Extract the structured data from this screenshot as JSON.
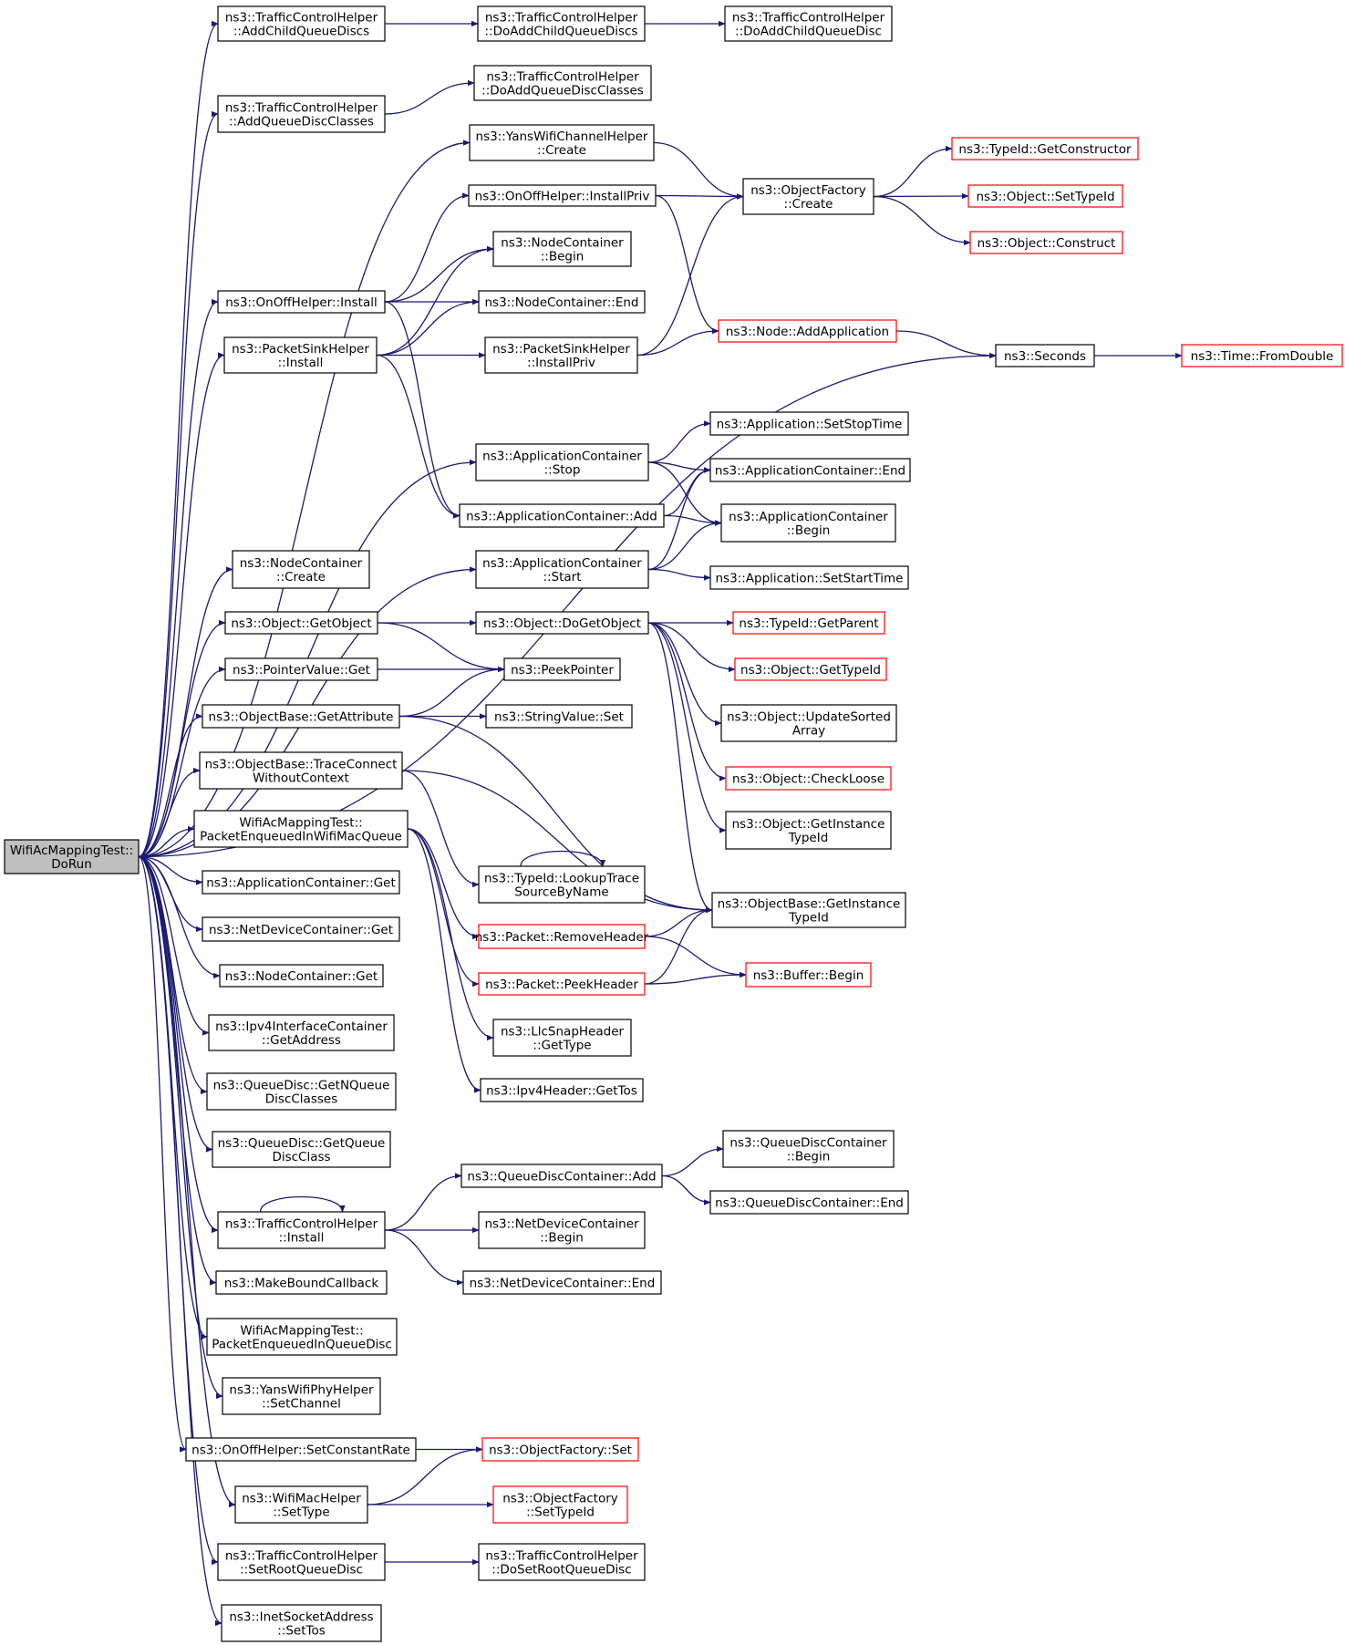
{
  "colors": {
    "edge": "#191970",
    "box_border": "#000000",
    "box_border_truncated": "#ff0000",
    "root_fill": "#bfbfbf",
    "box_fill": "#ffffff"
  },
  "nodes": {
    "root": {
      "lines": [
        "WifiAcMappingTest::",
        "DoRun"
      ]
    },
    "tch_addchild": {
      "lines": [
        "ns3::TrafficControlHelper",
        "::AddChildQueueDiscs"
      ]
    },
    "tch_doaddchilds": {
      "lines": [
        "ns3::TrafficControlHelper",
        "::DoAddChildQueueDiscs"
      ]
    },
    "tch_doaddchild": {
      "lines": [
        "ns3::TrafficControlHelper",
        "::DoAddChildQueueDisc"
      ]
    },
    "tch_addqdc": {
      "lines": [
        "ns3::TrafficControlHelper",
        "::AddQueueDiscClasses"
      ]
    },
    "tch_doaddqdc": {
      "lines": [
        "ns3::TrafficControlHelper",
        "::DoAddQueueDiscClasses"
      ]
    },
    "yans_create": {
      "lines": [
        "ns3::YansWifiChannelHelper",
        "::Create"
      ]
    },
    "onoff_installpriv": {
      "lines": [
        "ns3::OnOffHelper::InstallPriv"
      ]
    },
    "of_create": {
      "lines": [
        "ns3::ObjectFactory",
        "::Create"
      ]
    },
    "typeid_getctor": {
      "lines": [
        "ns3::TypeId::GetConstructor"
      ]
    },
    "obj_settypeid": {
      "lines": [
        "ns3::Object::SetTypeId"
      ]
    },
    "obj_construct": {
      "lines": [
        "ns3::Object::Construct"
      ]
    },
    "nc_begin": {
      "lines": [
        "ns3::NodeContainer",
        "::Begin"
      ]
    },
    "onoff_install": {
      "lines": [
        "ns3::OnOffHelper::Install"
      ]
    },
    "nc_end": {
      "lines": [
        "ns3::NodeContainer::End"
      ]
    },
    "psh_install": {
      "lines": [
        "ns3::PacketSinkHelper",
        "::Install"
      ]
    },
    "psh_installpriv": {
      "lines": [
        "ns3::PacketSinkHelper",
        "::InstallPriv"
      ]
    },
    "node_addapp": {
      "lines": [
        "ns3::Node::AddApplication"
      ]
    },
    "seconds": {
      "lines": [
        "ns3::Seconds"
      ]
    },
    "time_fromdouble": {
      "lines": [
        "ns3::Time::FromDouble"
      ]
    },
    "app_setstop": {
      "lines": [
        "ns3::Application::SetStopTime"
      ]
    },
    "ac_stop": {
      "lines": [
        "ns3::ApplicationContainer",
        "::Stop"
      ]
    },
    "ac_end": {
      "lines": [
        "ns3::ApplicationContainer::End"
      ]
    },
    "ac_add": {
      "lines": [
        "ns3::ApplicationContainer::Add"
      ]
    },
    "ac_begin": {
      "lines": [
        "ns3::ApplicationContainer",
        "::Begin"
      ]
    },
    "ac_start": {
      "lines": [
        "ns3::ApplicationContainer",
        "::Start"
      ]
    },
    "nc_create": {
      "lines": [
        "ns3::NodeContainer",
        "::Create"
      ]
    },
    "app_setstart": {
      "lines": [
        "ns3::Application::SetStartTime"
      ]
    },
    "obj_getobject": {
      "lines": [
        "ns3::Object::GetObject"
      ]
    },
    "obj_dogetobject": {
      "lines": [
        "ns3::Object::DoGetObject"
      ]
    },
    "typeid_getparent": {
      "lines": [
        "ns3::TypeId::GetParent"
      ]
    },
    "pv_get": {
      "lines": [
        "ns3::PointerValue::Get"
      ]
    },
    "peekpointer": {
      "lines": [
        "ns3::PeekPointer"
      ]
    },
    "obj_gettypeid": {
      "lines": [
        "ns3::Object::GetTypeId"
      ]
    },
    "ob_getattr": {
      "lines": [
        "ns3::ObjectBase::GetAttribute"
      ]
    },
    "sv_set": {
      "lines": [
        "ns3::StringValue::Set"
      ]
    },
    "obj_updsorted": {
      "lines": [
        "ns3::Object::UpdateSorted",
        "Array"
      ]
    },
    "ob_traceconnect": {
      "lines": [
        "ns3::ObjectBase::TraceConnect",
        "WithoutContext"
      ]
    },
    "obj_checkloose": {
      "lines": [
        "ns3::Object::CheckLoose"
      ]
    },
    "obj_getinst": {
      "lines": [
        "ns3::Object::GetInstance",
        "TypeId"
      ]
    },
    "pkt_enq_mac": {
      "lines": [
        "WifiAcMappingTest::",
        "PacketEnqueuedInWifiMacQueue"
      ]
    },
    "typeid_lookup": {
      "lines": [
        "ns3::TypeId::LookupTrace",
        "SourceByName"
      ]
    },
    "ac_get": {
      "lines": [
        "ns3::ApplicationContainer::Get"
      ]
    },
    "ob_getinst": {
      "lines": [
        "ns3::ObjectBase::GetInstance",
        "TypeId"
      ]
    },
    "ndc_get": {
      "lines": [
        "ns3::NetDeviceContainer::Get"
      ]
    },
    "pkt_removeheader": {
      "lines": [
        "ns3::Packet::RemoveHeader"
      ]
    },
    "nc_get": {
      "lines": [
        "ns3::NodeContainer::Get"
      ]
    },
    "buf_begin": {
      "lines": [
        "ns3::Buffer::Begin"
      ]
    },
    "pkt_peekheader": {
      "lines": [
        "ns3::Packet::PeekHeader"
      ]
    },
    "ipv4ic_getaddr": {
      "lines": [
        "ns3::Ipv4InterfaceContainer",
        "::GetAddress"
      ]
    },
    "llc_gettype": {
      "lines": [
        "ns3::LlcSnapHeader",
        "::GetType"
      ]
    },
    "qd_getnqdc": {
      "lines": [
        "ns3::QueueDisc::GetNQueue",
        "DiscClasses"
      ]
    },
    "ipv4h_gettos": {
      "lines": [
        "ns3::Ipv4Header::GetTos"
      ]
    },
    "qd_getqdc": {
      "lines": [
        "ns3::QueueDisc::GetQueue",
        "DiscClass"
      ]
    },
    "qdc_begin": {
      "lines": [
        "ns3::QueueDiscContainer",
        "::Begin"
      ]
    },
    "qdc_add": {
      "lines": [
        "ns3::QueueDiscContainer::Add"
      ]
    },
    "qdc_end": {
      "lines": [
        "ns3::QueueDiscContainer::End"
      ]
    },
    "tch_install": {
      "lines": [
        "ns3::TrafficControlHelper",
        "::Install"
      ]
    },
    "ndc_begin": {
      "lines": [
        "ns3::NetDeviceContainer",
        "::Begin"
      ]
    },
    "makeboundcb": {
      "lines": [
        "ns3::MakeBoundCallback"
      ]
    },
    "ndc_end": {
      "lines": [
        "ns3::NetDeviceContainer::End"
      ]
    },
    "pkt_enq_qd": {
      "lines": [
        "WifiAcMappingTest::",
        "PacketEnqueuedInQueueDisc"
      ]
    },
    "yansphy_setchan": {
      "lines": [
        "ns3::YansWifiPhyHelper",
        "::SetChannel"
      ]
    },
    "onoff_setrate": {
      "lines": [
        "ns3::OnOffHelper::SetConstantRate"
      ]
    },
    "of_set": {
      "lines": [
        "ns3::ObjectFactory::Set"
      ]
    },
    "wmh_settype": {
      "lines": [
        "ns3::WifiMacHelper",
        "::SetType"
      ]
    },
    "of_settypeid": {
      "lines": [
        "ns3::ObjectFactory",
        "::SetTypeId"
      ]
    },
    "tch_setroot": {
      "lines": [
        "ns3::TrafficControlHelper",
        "::SetRootQueueDisc"
      ]
    },
    "tch_dosetroot": {
      "lines": [
        "ns3::TrafficControlHelper",
        "::DoSetRootQueueDisc"
      ]
    },
    "isa_settos": {
      "lines": [
        "ns3::InetSocketAddress",
        "::SetTos"
      ]
    }
  },
  "truncated": [
    "typeid_getctor",
    "obj_settypeid",
    "obj_construct",
    "node_addapp",
    "time_fromdouble",
    "typeid_getparent",
    "obj_gettypeid",
    "obj_checkloose",
    "pkt_removeheader",
    "buf_begin",
    "pkt_peekheader",
    "of_set",
    "of_settypeid"
  ],
  "edges": [
    [
      "root",
      "tch_addchild"
    ],
    [
      "root",
      "tch_addqdc"
    ],
    [
      "root",
      "yans_create"
    ],
    [
      "root",
      "onoff_install"
    ],
    [
      "root",
      "psh_install"
    ],
    [
      "root",
      "seconds"
    ],
    [
      "root",
      "ac_stop"
    ],
    [
      "root",
      "ac_start"
    ],
    [
      "root",
      "nc_create"
    ],
    [
      "root",
      "obj_getobject"
    ],
    [
      "root",
      "pv_get"
    ],
    [
      "root",
      "ob_getattr"
    ],
    [
      "root",
      "ob_traceconnect"
    ],
    [
      "root",
      "pkt_enq_mac"
    ],
    [
      "root",
      "ac_get"
    ],
    [
      "root",
      "ndc_get"
    ],
    [
      "root",
      "nc_get"
    ],
    [
      "root",
      "ipv4ic_getaddr"
    ],
    [
      "root",
      "qd_getnqdc"
    ],
    [
      "root",
      "qd_getqdc"
    ],
    [
      "root",
      "tch_install"
    ],
    [
      "root",
      "makeboundcb"
    ],
    [
      "root",
      "pkt_enq_qd"
    ],
    [
      "root",
      "yansphy_setchan"
    ],
    [
      "root",
      "onoff_setrate"
    ],
    [
      "root",
      "wmh_settype"
    ],
    [
      "root",
      "tch_setroot"
    ],
    [
      "root",
      "isa_settos"
    ],
    [
      "tch_addchild",
      "tch_doaddchilds"
    ],
    [
      "tch_doaddchilds",
      "tch_doaddchild"
    ],
    [
      "tch_addqdc",
      "tch_doaddqdc"
    ],
    [
      "yans_create",
      "of_create"
    ],
    [
      "onoff_installpriv",
      "of_create"
    ],
    [
      "onoff_installpriv",
      "node_addapp"
    ],
    [
      "of_create",
      "typeid_getctor"
    ],
    [
      "of_create",
      "obj_settypeid"
    ],
    [
      "of_create",
      "obj_construct"
    ],
    [
      "onoff_install",
      "onoff_installpriv"
    ],
    [
      "onoff_install",
      "nc_begin"
    ],
    [
      "onoff_install",
      "nc_end"
    ],
    [
      "onoff_install",
      "ac_add"
    ],
    [
      "psh_install",
      "nc_begin"
    ],
    [
      "psh_install",
      "nc_end"
    ],
    [
      "psh_install",
      "psh_installpriv"
    ],
    [
      "psh_install",
      "ac_add"
    ],
    [
      "psh_installpriv",
      "of_create"
    ],
    [
      "psh_installpriv",
      "node_addapp"
    ],
    [
      "node_addapp",
      "seconds"
    ],
    [
      "seconds",
      "time_fromdouble"
    ],
    [
      "ac_stop",
      "app_setstop"
    ],
    [
      "ac_stop",
      "ac_end"
    ],
    [
      "ac_stop",
      "ac_begin"
    ],
    [
      "ac_add",
      "ac_end"
    ],
    [
      "ac_add",
      "ac_begin"
    ],
    [
      "ac_start",
      "ac_end"
    ],
    [
      "ac_start",
      "ac_begin"
    ],
    [
      "ac_start",
      "app_setstart"
    ],
    [
      "obj_getobject",
      "obj_dogetobject"
    ],
    [
      "obj_getobject",
      "peekpointer"
    ],
    [
      "obj_dogetobject",
      "typeid_getparent"
    ],
    [
      "obj_dogetobject",
      "obj_gettypeid"
    ],
    [
      "obj_dogetobject",
      "obj_updsorted"
    ],
    [
      "obj_dogetobject",
      "obj_checkloose"
    ],
    [
      "obj_dogetobject",
      "obj_getinst"
    ],
    [
      "obj_dogetobject",
      "ob_getinst"
    ],
    [
      "pv_get",
      "peekpointer"
    ],
    [
      "ob_getattr",
      "peekpointer"
    ],
    [
      "ob_getattr",
      "sv_set"
    ],
    [
      "ob_getattr",
      "ob_getinst"
    ],
    [
      "ob_traceconnect",
      "typeid_lookup"
    ],
    [
      "ob_traceconnect",
      "ob_getinst"
    ],
    [
      "typeid_lookup",
      "typeid_lookup"
    ],
    [
      "pkt_enq_mac",
      "pkt_removeheader"
    ],
    [
      "pkt_enq_mac",
      "pkt_peekheader"
    ],
    [
      "pkt_enq_mac",
      "llc_gettype"
    ],
    [
      "pkt_enq_mac",
      "ipv4h_gettos"
    ],
    [
      "pkt_removeheader",
      "ob_getinst"
    ],
    [
      "pkt_removeheader",
      "buf_begin"
    ],
    [
      "pkt_peekheader",
      "ob_getinst"
    ],
    [
      "pkt_peekheader",
      "buf_begin"
    ],
    [
      "tch_install",
      "tch_install"
    ],
    [
      "tch_install",
      "qdc_add"
    ],
    [
      "tch_install",
      "ndc_begin"
    ],
    [
      "tch_install",
      "ndc_end"
    ],
    [
      "qdc_add",
      "qdc_begin"
    ],
    [
      "qdc_add",
      "qdc_end"
    ],
    [
      "onoff_setrate",
      "of_set"
    ],
    [
      "wmh_settype",
      "of_set"
    ],
    [
      "wmh_settype",
      "of_settypeid"
    ],
    [
      "tch_setroot",
      "tch_dosetroot"
    ]
  ]
}
